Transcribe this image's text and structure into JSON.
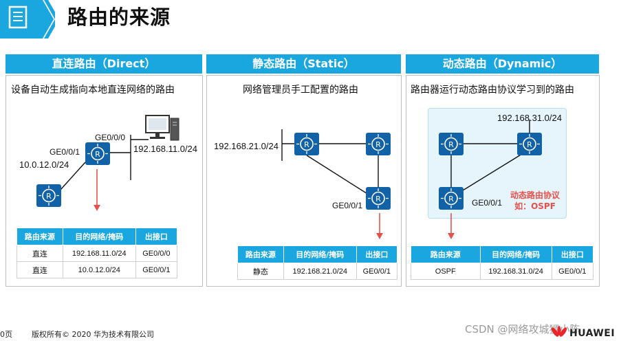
{
  "page": {
    "title": "路由的来源"
  },
  "panels": [
    {
      "header": "直连路由（Direct）",
      "description": "设备自动生成指向本地直连网络的路由",
      "labels": {
        "ge000": "GE0/0/0",
        "ge001": "GE0/0/1",
        "net_right": "192.168.11.0/24",
        "net_left": "10.0.12.0/24"
      },
      "table": {
        "headers": [
          "路由来源",
          "目的网络/掩码",
          "出接口"
        ],
        "rows": [
          [
            "直连",
            "192.168.11.0/24",
            "GE0/0/0"
          ],
          [
            "直连",
            "10.0.12.0/24",
            "GE0/0/1"
          ]
        ]
      }
    },
    {
      "header": "静态路由（Static）",
      "description": "网络管理员手工配置的路由",
      "labels": {
        "net": "192.168.21.0/24",
        "ge001": "GE0/0/1"
      },
      "table": {
        "headers": [
          "路由来源",
          "目的网络/掩码",
          "出接口"
        ],
        "rows": [
          [
            "静态",
            "192.168.21.0/24",
            "GE0/0/1"
          ]
        ]
      }
    },
    {
      "header": "动态路由（Dynamic）",
      "description": "路由器运行动态路由协议学习到的路由",
      "labels": {
        "net": "192.168.31.0/24",
        "ge001": "GE0/0/1",
        "protocol_line1": "动态路由协议",
        "protocol_line2": "如：OSPF"
      },
      "table": {
        "headers": [
          "路由来源",
          "目的网络/掩码",
          "出接口"
        ],
        "rows": [
          [
            "OSPF",
            "192.168.31.0/24",
            "GE0/0/1"
          ]
        ]
      }
    }
  ],
  "footer": {
    "page_label": "0页",
    "copyright": "版权所有© 2020 华为技术有限公司",
    "watermark": "CSDN @网络攻城狮小陈",
    "brand": "HUAWEI"
  },
  "colors": {
    "accent": "#1aa7e0",
    "router": "#1262a8",
    "arrow": "#e8504a",
    "ospf_area": "#e6f4fb"
  }
}
